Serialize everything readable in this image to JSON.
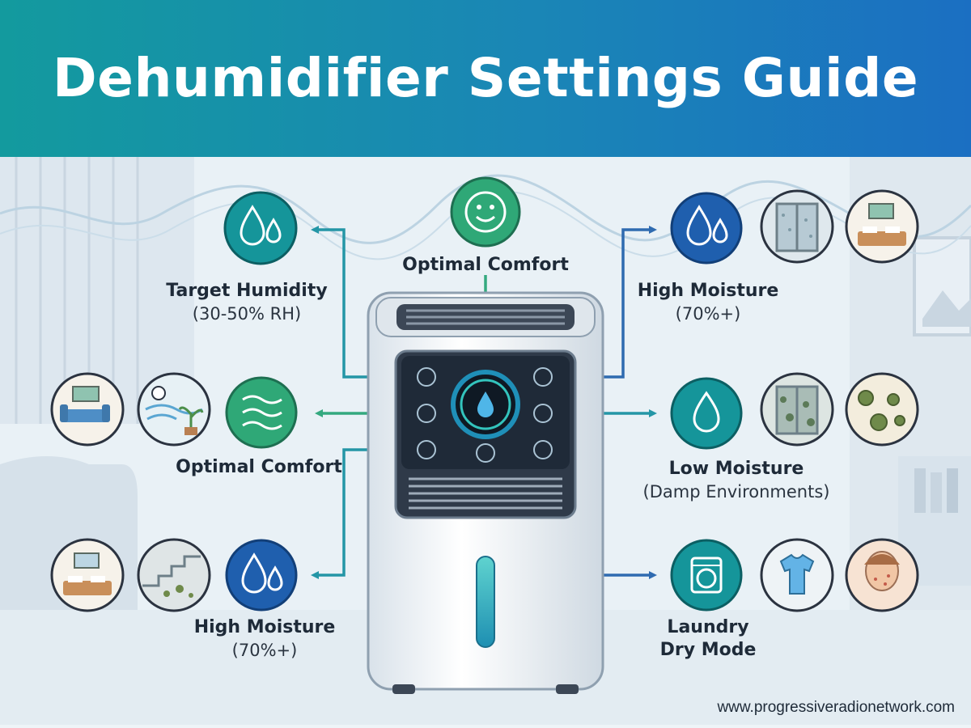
{
  "title": "Dehumidifier Settings Guide",
  "labels": {
    "target_title": "Target Humidity",
    "target_sub": "(30-50% RH)",
    "top_center": "Optimal Comfort",
    "left_center": "Optimal Comfort",
    "high_right_title": "High Moisture",
    "high_right_sub": "(70%+)",
    "low_right_title": "Low Moisture",
    "low_right_sub": "(Damp Environments)",
    "high_left_title": "High Moisture",
    "high_left_sub": "(70%+)",
    "laundry_line1": "Laundry",
    "laundry_line2": "Dry Mode"
  },
  "footer": "www.progressiveradionetwork.com",
  "icons": {
    "target": "water-drops-icon",
    "top_center": "smiley-icon",
    "left_center": "air-flow-icon",
    "high_right": "water-drops-icon",
    "low_right": "water-drop-icon",
    "high_left": "water-drops-icon",
    "laundry": "washing-machine-icon"
  },
  "colors": {
    "header_start": "#139a9e",
    "header_end": "#1b6fc2",
    "teal": "#15959a",
    "green": "#2fa877",
    "blue": "#1f5fae",
    "connector_teal": "#2496a6",
    "connector_green": "#34a97f",
    "connector_blue": "#2f6bb0"
  }
}
